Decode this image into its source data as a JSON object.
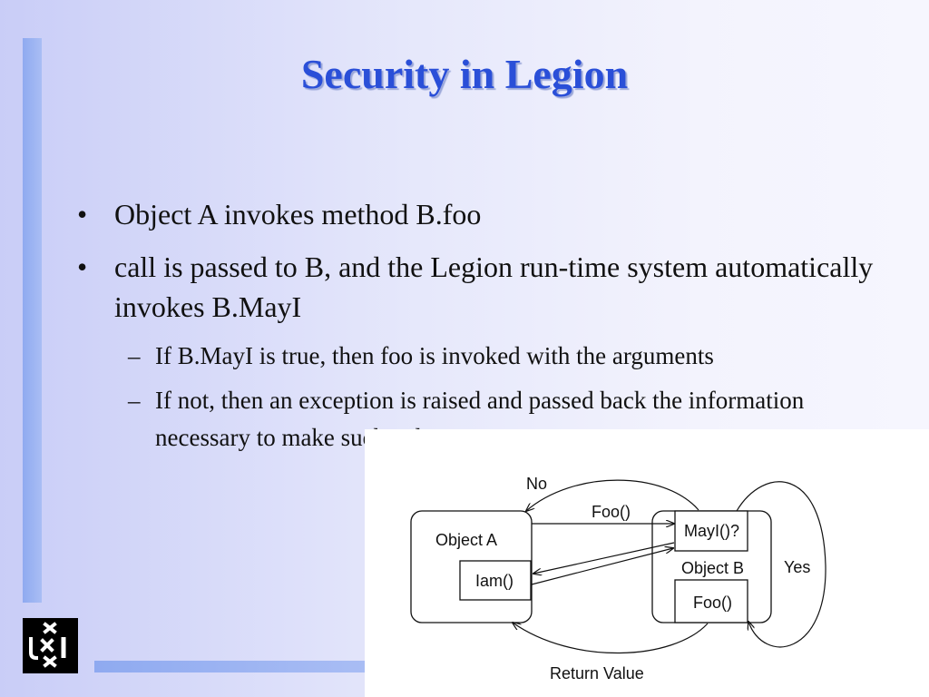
{
  "slide": {
    "title": "Security in Legion",
    "bullets": [
      {
        "marker": "•",
        "text": "Object A invokes method B.foo"
      },
      {
        "marker": "•",
        "text": "call is passed to B, and the Legion run-time system automatically invokes B.MayI"
      }
    ],
    "sub_bullets": [
      {
        "marker": "–",
        "text": "If B.MayI is true, then foo is invoked with the arguments"
      },
      {
        "marker": "–",
        "text": "If not, then an exception is raised and passed back the information necessary to make such a decision"
      }
    ]
  },
  "diagram": {
    "object_a_label": "Object A",
    "iam_label": "Iam()",
    "object_b_label": "Object B",
    "mayi_label": "MayI()?",
    "foo_inner_label": "Foo()",
    "foo_call_label": "Foo()",
    "no_label": "No",
    "yes_label": "Yes",
    "return_label": "Return Value"
  },
  "colors": {
    "title": "#2a4fd8",
    "accent_bar": "#8faaf0"
  },
  "logo": {
    "icon": "university-logo-icon"
  }
}
